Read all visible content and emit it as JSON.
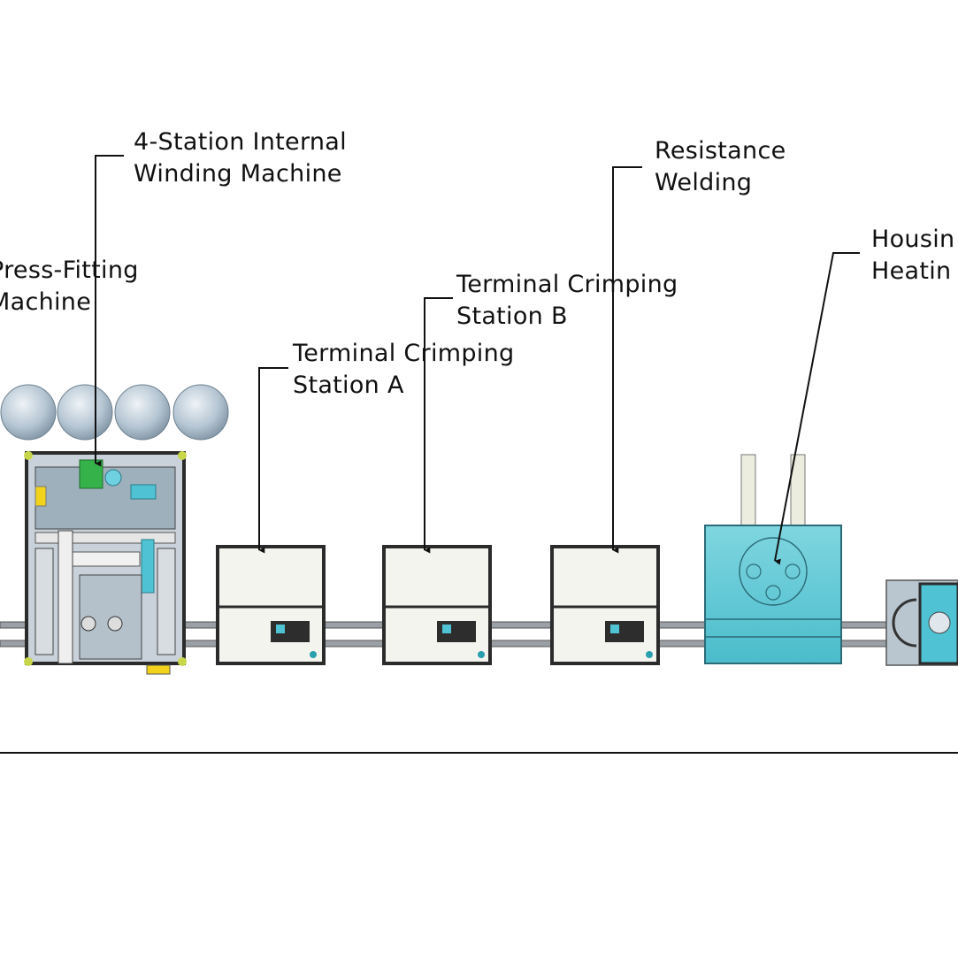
{
  "labels": {
    "winding": {
      "line1": "4-Station Internal",
      "line2": "Winding Machine"
    },
    "press_fitting": {
      "line1": "Press-Fitting",
      "line2": "Machine"
    },
    "crimping_a": {
      "line1": "Terminal Crimping",
      "line2": "Station A"
    },
    "crimping_b": {
      "line1": "Terminal Crimping",
      "line2": "Station B"
    },
    "resistance": {
      "line1": "Resistance",
      "line2": "Welding"
    },
    "housing": {
      "line1": "Housin",
      "line2": "Heatin"
    }
  },
  "colors": {
    "line": "#111111",
    "station_body": "#f4f4ef",
    "station_frame": "#2b2b2b",
    "teal_housing": "#5cc8d6",
    "sphere": "#b9c9d6",
    "rail": "#8a8f94"
  },
  "icons": [
    "spool-sphere-icon",
    "winding-machine-icon",
    "crimping-station-icon",
    "heating-housing-icon",
    "welding-unit-icon"
  ]
}
